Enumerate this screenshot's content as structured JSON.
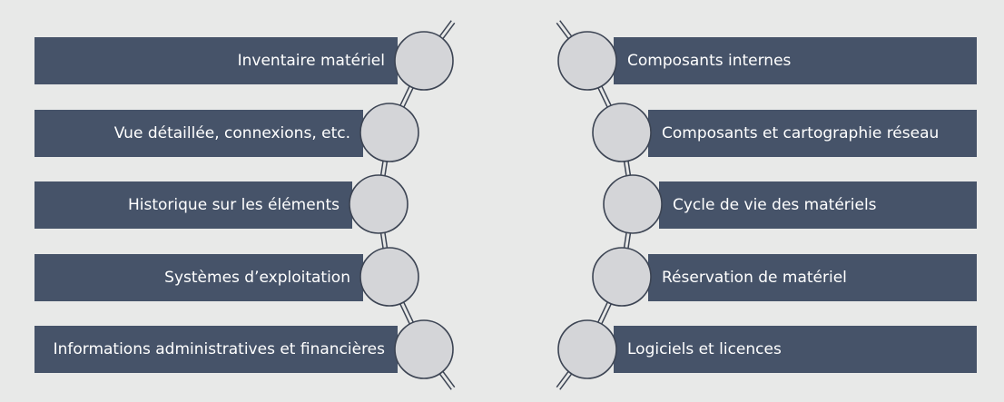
{
  "left_items": [
    {
      "label": "Inventaire matériel"
    },
    {
      "label": "Vue détaillée, connexions, etc."
    },
    {
      "label": "Historique sur les éléments"
    },
    {
      "label": "Systèmes d’exploitation"
    },
    {
      "label": "Informations administratives et financières"
    }
  ],
  "right_items": [
    {
      "label": "Composants internes"
    },
    {
      "label": "Composants et cartographie réseau"
    },
    {
      "label": "Cycle de vie des matériels"
    },
    {
      "label": "Réservation de matériel"
    },
    {
      "label": "Logiciels et licences"
    }
  ],
  "colors": {
    "background": "#e8e9e8",
    "bar": "#465369",
    "bar_text": "#ffffff",
    "node_fill": "#d4d5d8",
    "node_stroke": "#3c4453"
  }
}
